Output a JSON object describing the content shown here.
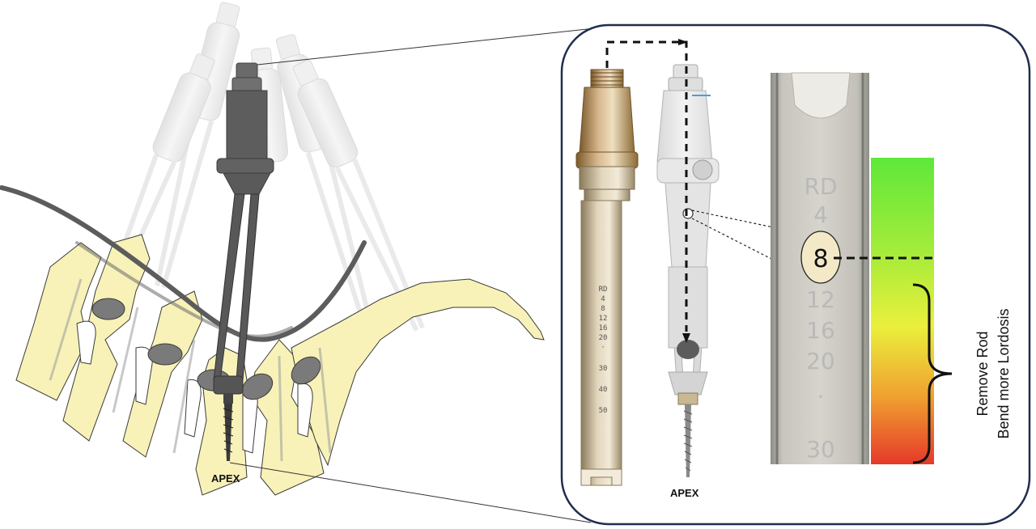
{
  "labels": {
    "apex_left": "APEX",
    "apex_right": "APEX",
    "note_line1": "Remove Rod",
    "note_line2": "Bend more Lordosis",
    "zoom_value": "8"
  },
  "instrument_scale": [
    "RD",
    "4",
    "8",
    "12",
    "16",
    "20",
    "·",
    "30",
    "40",
    "50"
  ],
  "zoom_scale": [
    "RD",
    "4",
    "12",
    "16",
    "20",
    "·",
    "30"
  ],
  "colors": {
    "vertebra_fill": "#f8f2b8",
    "disc_fill": "#7a7a7a",
    "rod": "#555555",
    "tool_dark": "#5d5d5d",
    "tool_ghost": "#e6e6e6",
    "frame_stroke": "#1f2d4f",
    "gradient_top": "#5ee83a",
    "gradient_mid": "#e8ee3a",
    "gradient_bottom": "#e53a2a"
  }
}
